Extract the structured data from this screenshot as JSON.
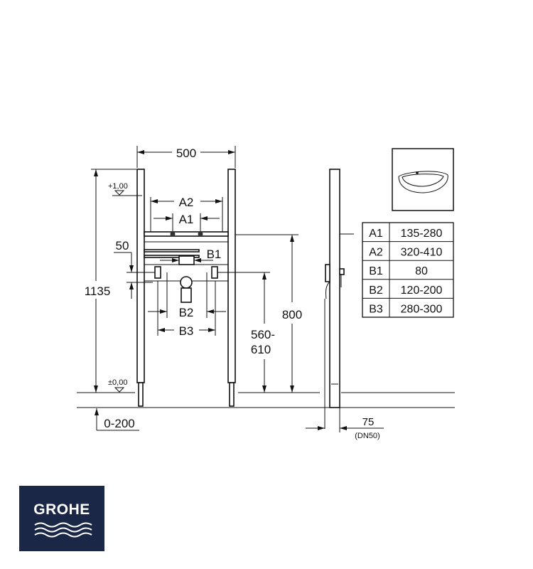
{
  "dimensions": {
    "width_total": "500",
    "height_total": "1135",
    "level_top": "+1,00",
    "level_zero": "±0,00",
    "a2": "A2",
    "a1": "A1",
    "offset_50": "50",
    "b1": "B1",
    "b2": "B2",
    "b3": "B3",
    "drain_height_line1": "560-",
    "drain_height_line2": "610",
    "supply_height": "800",
    "floor_adjust": "0-200",
    "depth": "75",
    "depth_note": "(DN50)"
  },
  "table": {
    "rows": [
      {
        "label": "A1",
        "value": "135-280"
      },
      {
        "label": "A2",
        "value": "320-410"
      },
      {
        "label": "B1",
        "value": "80"
      },
      {
        "label": "B2",
        "value": "120-200"
      },
      {
        "label": "B3",
        "value": "280-300"
      }
    ]
  },
  "logo": {
    "text": "GROHE",
    "color": "#1b2746"
  }
}
